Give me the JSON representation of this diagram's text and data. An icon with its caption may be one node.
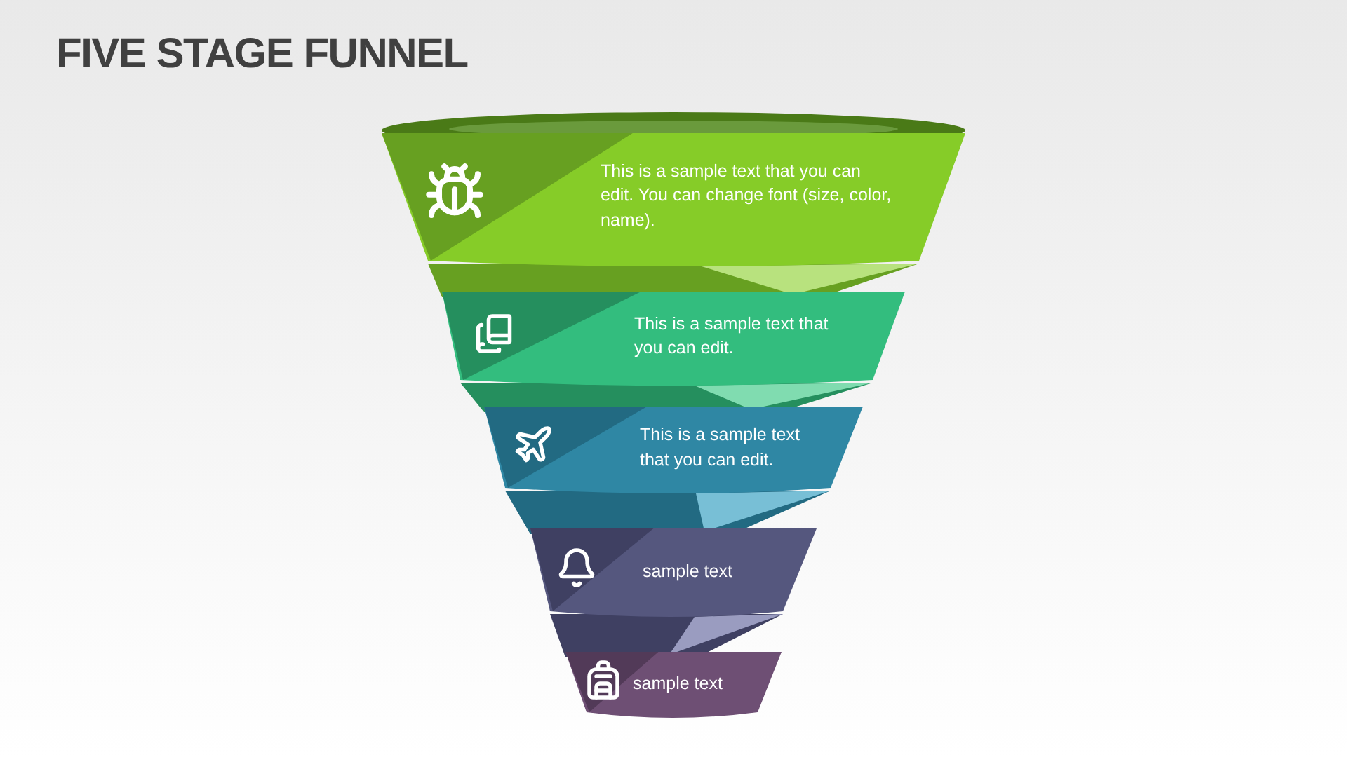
{
  "diagram": {
    "title": "FIVE STAGE FUNNEL",
    "nodes": [
      {
        "text": [
          "This is a sample text that you can edit. You can change font (size, color, name)."
        ]
      },
      {
        "text": [
          "This is a sample text that you can edit."
        ]
      },
      {
        "text": [
          "This is a sample text that you can edit."
        ]
      },
      {
        "text": [
          "sample text"
        ]
      },
      {
        "text": [
          "sample text"
        ]
      }
    ]
  }
}
